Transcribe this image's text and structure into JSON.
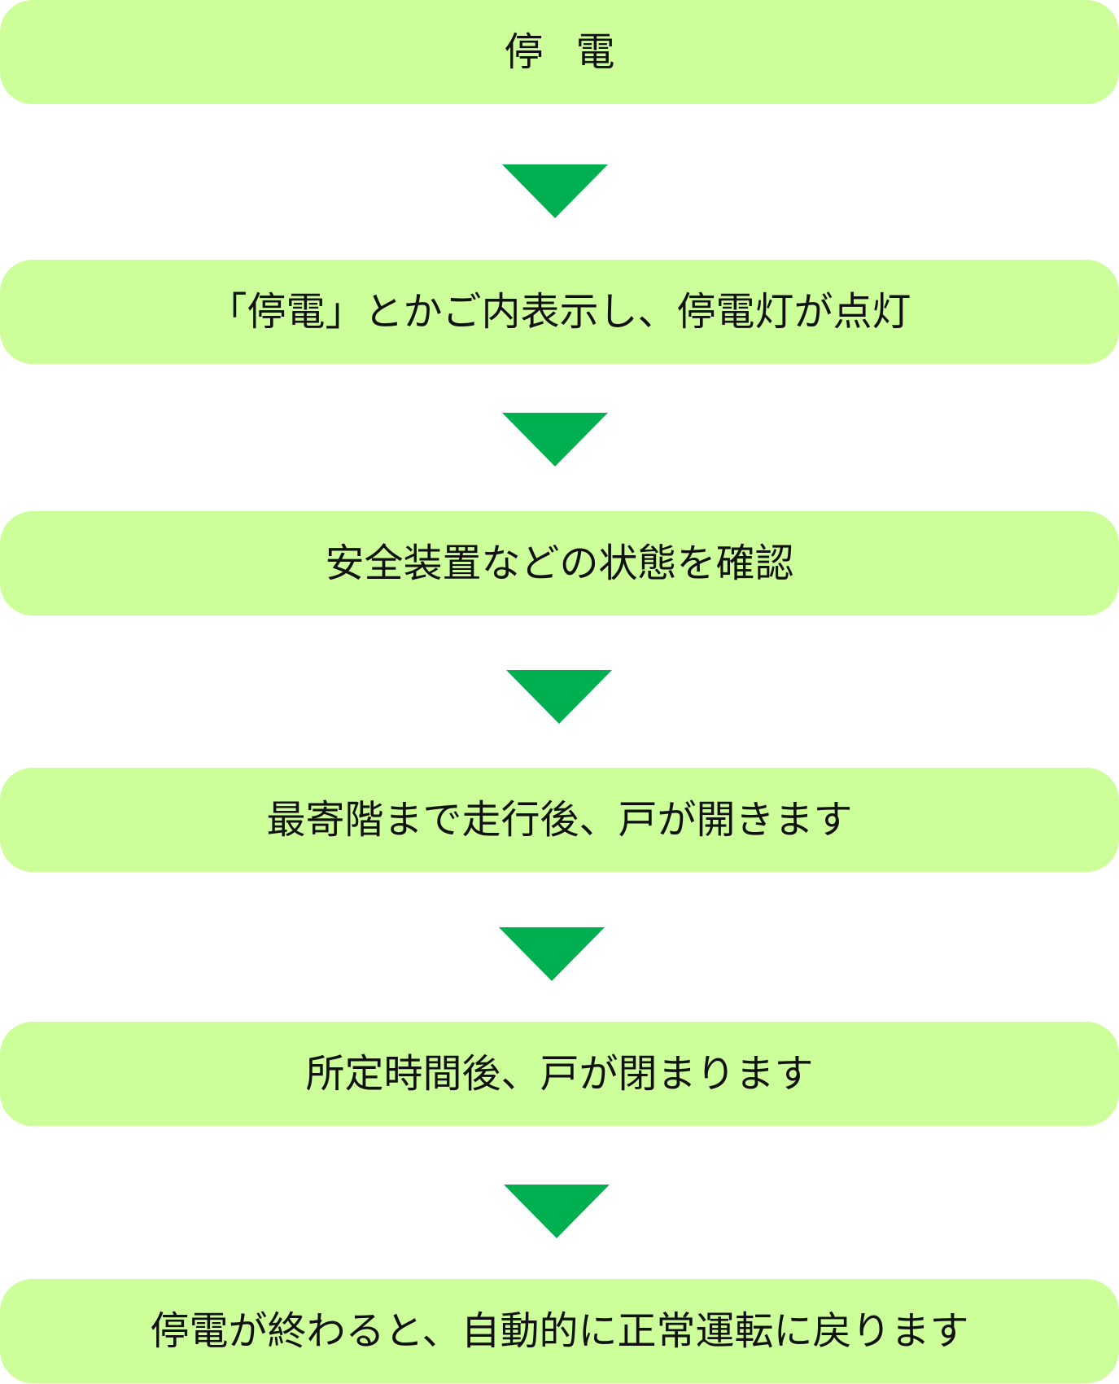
{
  "steps": [
    {
      "label": "停電"
    },
    {
      "label": "「停電」とかご内表示し、停電灯が点灯"
    },
    {
      "label": "安全装置などの状態を確認"
    },
    {
      "label": "最寄階まで走行後、戸が開きます"
    },
    {
      "label": "所定時間後、戸が閉まります"
    },
    {
      "label": "停電が終わると、自動的に正常運転に戻ります"
    }
  ],
  "colors": {
    "box_fill": "#ccff99",
    "arrow_fill": "#00b050",
    "text": "#111111"
  }
}
